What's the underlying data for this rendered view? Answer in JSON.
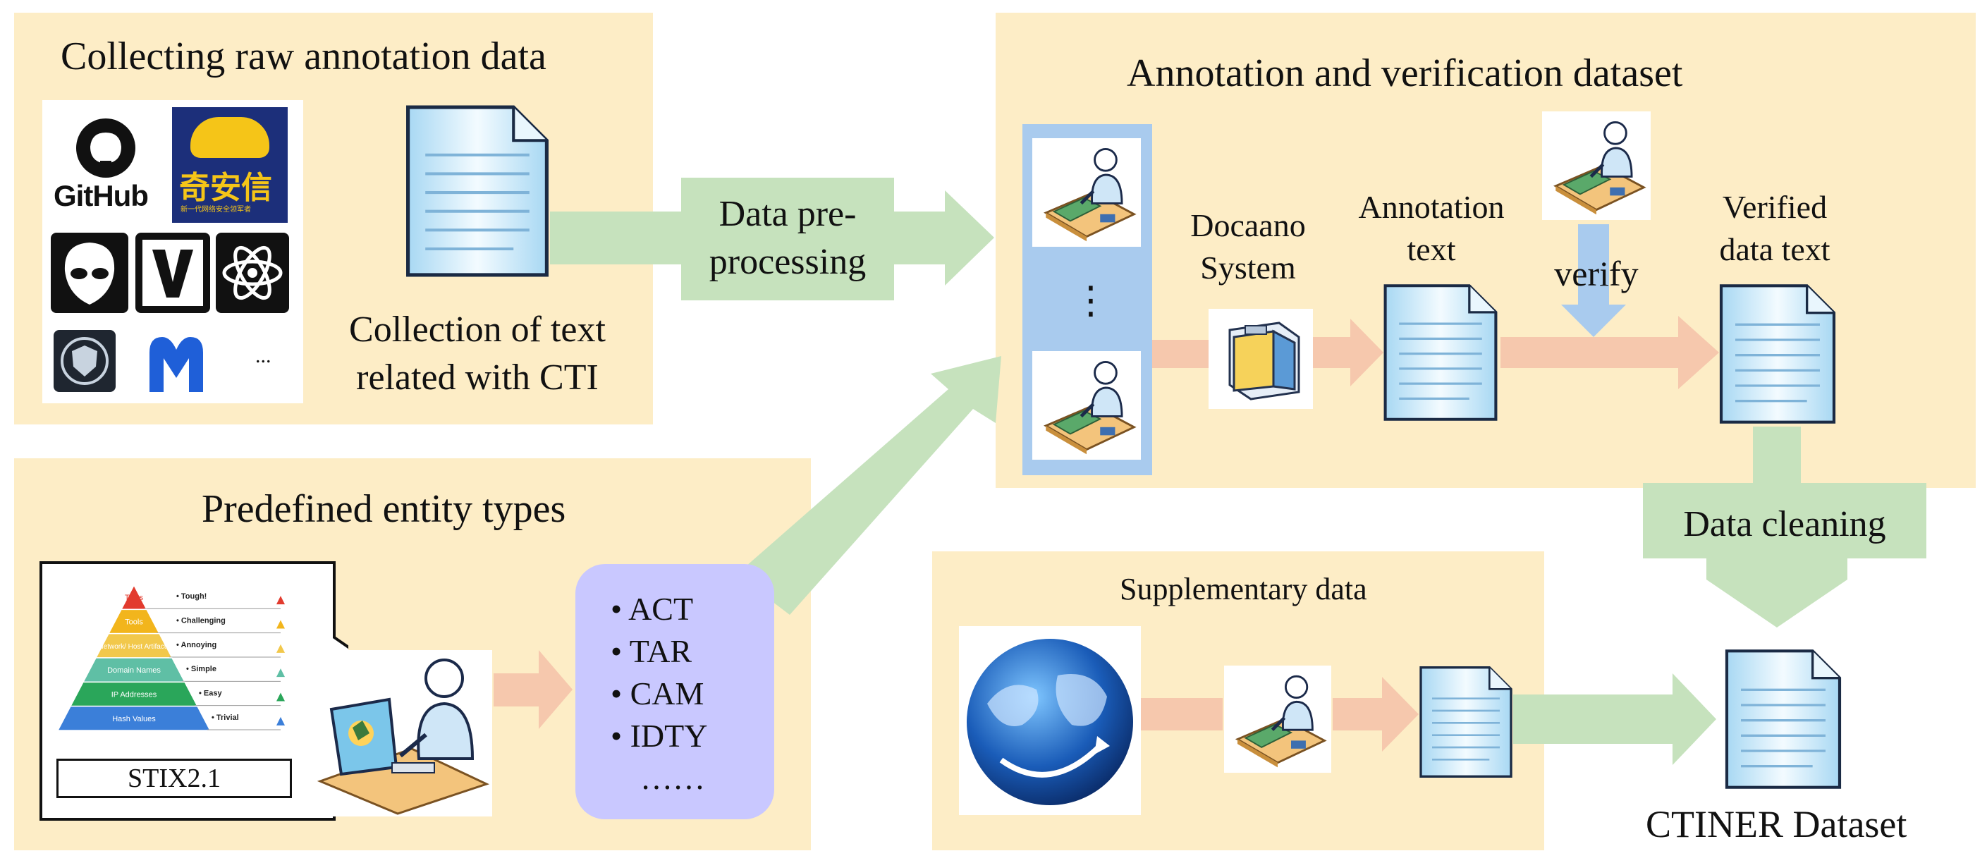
{
  "panels": {
    "collect_title": "Collecting raw annotation data",
    "annotate_title": "Annotation and verification dataset",
    "predefined_title": "Predefined entity types",
    "supplementary_title": "Supplementary data"
  },
  "logos": {
    "github": "GitHub",
    "qianxin": "奇安信",
    "qianxin_sub": "新一代网络安全领军者",
    "ellipsis": "..."
  },
  "labels": {
    "collection_text": "Collection of text related with CTI",
    "data_preprocessing": "Data pre-processing",
    "vertical_dots": "⋮",
    "docaano": "Docaano System",
    "annotation_text": "Annotation text",
    "verify": "verify",
    "verified_text": "Verified data text",
    "data_cleaning": "Data cleaning",
    "ctiner_dataset": "CTINER Dataset"
  },
  "pyramid": {
    "levels": [
      {
        "name": "TTPs",
        "side": "Tough!",
        "color": "#e23b2e"
      },
      {
        "name": "Tools",
        "side": "Challenging",
        "color": "#f2b51c"
      },
      {
        "name": "Network/ Host Artifacts",
        "side": "Annoying",
        "color": "#f2c84b"
      },
      {
        "name": "Domain Names",
        "side": "Simple",
        "color": "#5fbfa5"
      },
      {
        "name": "IP Addresses",
        "side": "Easy",
        "color": "#2aa65a"
      },
      {
        "name": "Hash Values",
        "side": "Trivial",
        "color": "#3b7fd9"
      }
    ],
    "stix_label": "STIX2.1"
  },
  "entities": {
    "items": [
      "ACT",
      "TAR",
      "CAM",
      "IDTY"
    ],
    "more": "……"
  },
  "colors": {
    "panel": "#fdedc6",
    "green_arrow": "#c6e2bd",
    "pink_arrow": "#f6c8ad",
    "blue_arrow": "#a9cbee",
    "entity_box": "#c9c8ff",
    "doc_blue": "#bfe4f6"
  }
}
